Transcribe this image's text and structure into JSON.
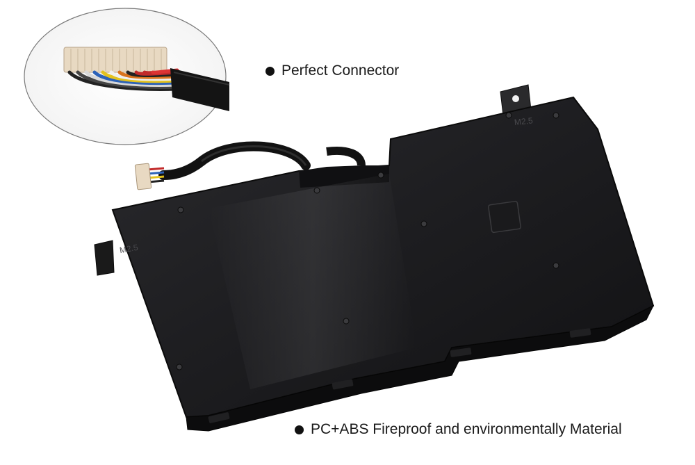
{
  "captions": [
    {
      "text": "Perfect Connector"
    },
    {
      "text": "PC+ABS Fireproof and environmentally Material"
    }
  ],
  "markings": {
    "top_right": "M2.5",
    "left": "M2.5"
  },
  "colors": {
    "background": "#ffffff",
    "battery_body": "#1c1c1e",
    "bullet": "#111111",
    "text": "#1a1a1a"
  }
}
